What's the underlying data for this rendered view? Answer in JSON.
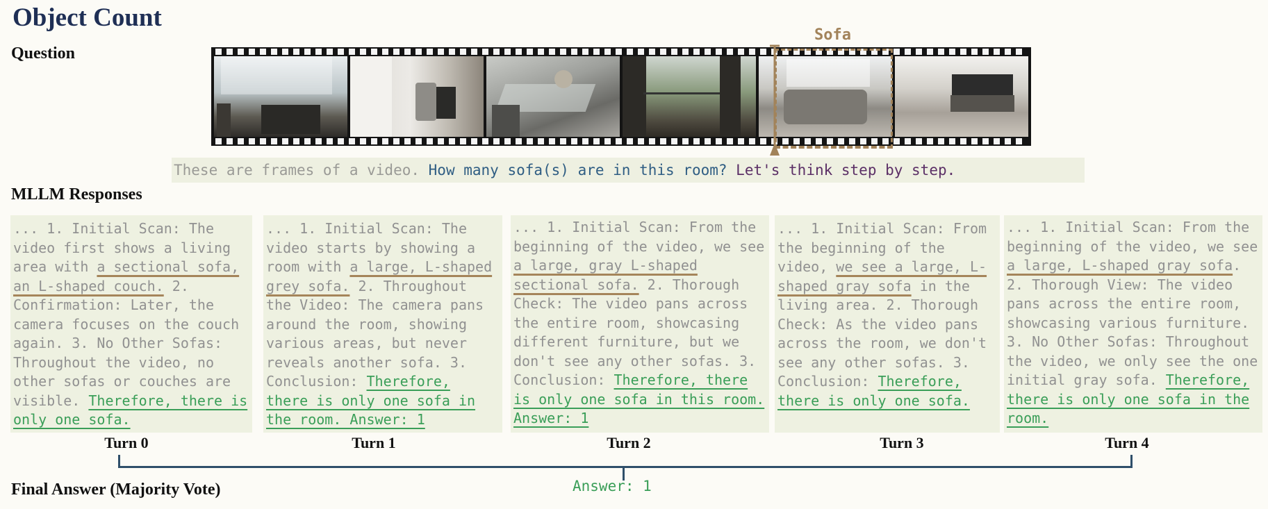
{
  "title": "Object Count",
  "labels": {
    "question": "Question",
    "responses": "MLLM Responses",
    "final": "Final Answer (Majority Vote)"
  },
  "frame_annotation": "Sofa",
  "question": {
    "prefix": "These are frames of a video. ",
    "main": "How many sofa(s) are in this room?",
    "suffix": " Let's think step by step."
  },
  "responses": [
    {
      "turn": "Turn 0",
      "pre": "... 1. Initial Scan: The video first shows a living area with ",
      "brown": "a sectional sofa, an L-shaped couch.",
      "mid": " 2. Confirmation: Later, the camera focuses on the couch again. 3. No Other Sofas: Throughout the video, no other sofas or couches are visible. ",
      "green": "Therefore, there is only one sofa."
    },
    {
      "turn": "Turn 1",
      "pre": "... 1. Initial Scan: The video starts by showing a room with ",
      "brown": "a large, L-shaped grey sofa.",
      "mid": " 2. Throughout the Video: The camera pans around the room, showing various areas, but never reveals another sofa. 3. Conclusion: ",
      "green": "Therefore, there is only one sofa in the room. Answer: 1"
    },
    {
      "turn": "Turn 2",
      "pre": "... 1. Initial Scan: From the beginning of the video, we see ",
      "brown": "a large, gray L-shaped sectional sofa.",
      "mid": " 2. Thorough Check: The video pans across the entire room, showcasing different furniture, but we don't see any other sofas. 3. Conclusion: ",
      "green": "Therefore, there is only one sofa in this room. Answer: 1"
    },
    {
      "turn": "Turn 3",
      "pre": "... 1. Initial Scan: From the beginning of the video, ",
      "brown": "we see a large, L-shaped gray sofa",
      "mid": " in the living area. 2. Thorough Check: As the video pans across the room, we don't see any other sofas. 3. Conclusion: ",
      "green": "Therefore, there is only one sofa."
    },
    {
      "turn": "Turn 4",
      "pre": "... 1. Initial Scan: From the beginning of the video, we see ",
      "brown": "a large, L-shaped gray sofa",
      "mid": ". 2. Thorough View: The video pans across the entire room, showcasing various furniture. 3. No Other Sofas: Throughout the video, we only see the one initial gray sofa. ",
      "green": "Therefore, there is only one sofa in the room."
    }
  ],
  "final_answer": "Answer: 1",
  "colors": {
    "title": "#1f2f55",
    "brown_highlight": "#a5855a",
    "green_answer": "#3a9e58",
    "box_bg": "#eef1e1",
    "bracket": "#2f4f6a"
  }
}
